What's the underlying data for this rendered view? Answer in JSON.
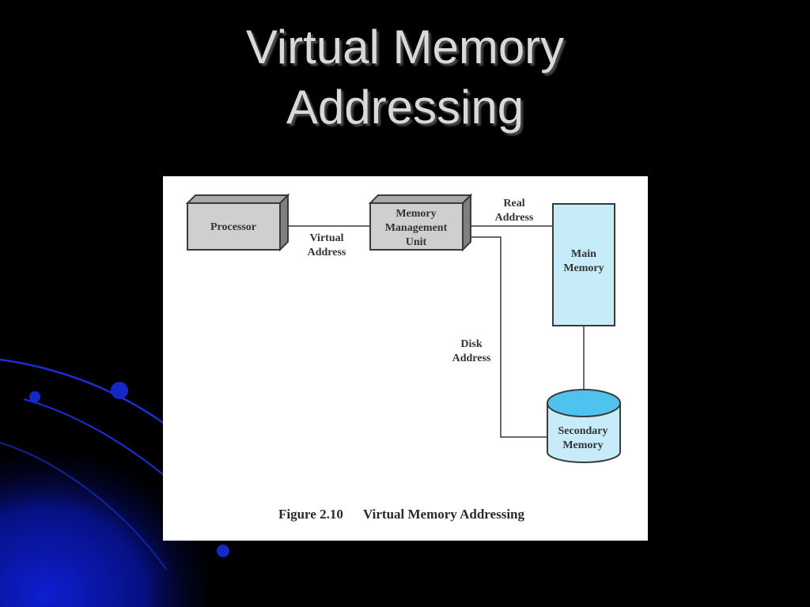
{
  "slide": {
    "title_line1": "Virtual Memory",
    "title_line2": "Addressing"
  },
  "diagram": {
    "nodes": {
      "processor": "Processor",
      "mmu_line1": "Memory",
      "mmu_line2": "Management",
      "mmu_line3": "Unit",
      "main_memory_line1": "Main",
      "main_memory_line2": "Memory",
      "secondary_memory_line1": "Secondary",
      "secondary_memory_line2": "Memory"
    },
    "edge_labels": {
      "virtual_line1": "Virtual",
      "virtual_line2": "Address",
      "real_line1": "Real",
      "real_line2": "Address",
      "disk_line1": "Disk",
      "disk_line2": "Address"
    },
    "caption": {
      "figure_number": "Figure 2.10",
      "figure_title": "Virtual Memory Addressing"
    },
    "colors": {
      "box_gray": "#cfcfcf",
      "box_gray_top": "#a9a9a9",
      "box_gray_side": "#7f7f7f",
      "main_memory_fill": "#c6ecfa",
      "cylinder_top_fill": "#4fc3ee",
      "outline": "#3a3a3a",
      "background_swoosh": "#0a1aa8"
    }
  }
}
